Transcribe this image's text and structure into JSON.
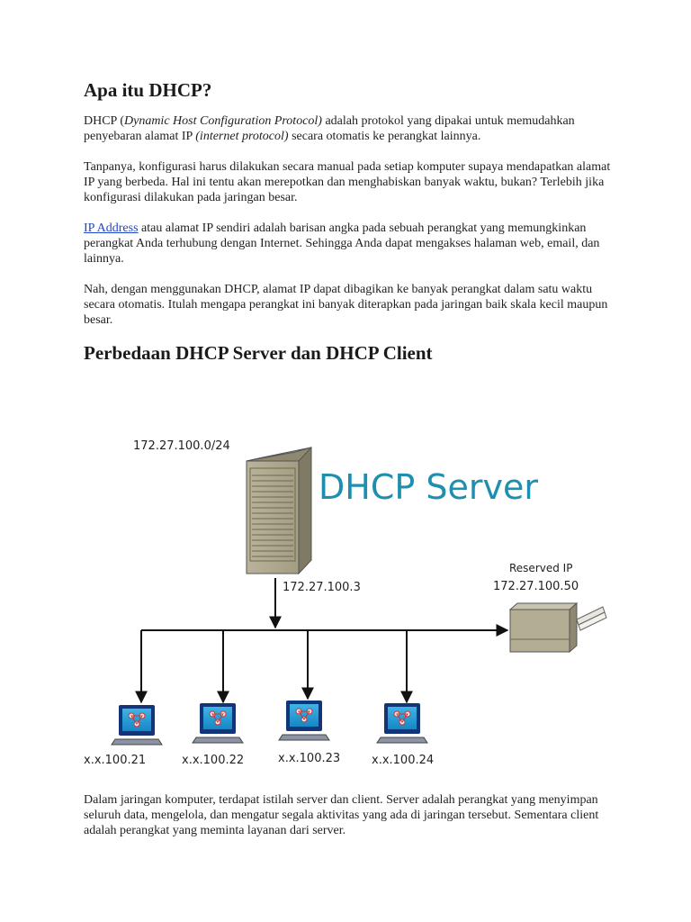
{
  "heading1": "Apa itu DHCP?",
  "p1": {
    "a": "DHCP (",
    "b": "Dynamic Host Configuration Protocol)",
    "c": " adalah protokol yang dipakai untuk memudahkan penyebaran alamat IP ",
    "d": "(internet protocol)",
    "e": " secara otomatis ke perangkat lainnya."
  },
  "p2": "Tanpanya, konfigurasi harus dilakukan secara manual pada setiap komputer supaya mendapatkan alamat IP yang berbeda. Hal ini tentu akan merepotkan dan menghabiskan banyak waktu, bukan? Terlebih jika konfigurasi dilakukan pada jaringan besar.",
  "p3": {
    "link": "IP Address",
    "rest": " atau alamat IP sendiri adalah barisan angka pada sebuah perangkat yang memungkinkan perangkat Anda terhubung dengan Internet. Sehingga Anda dapat mengakses halaman web, email, dan lainnya."
  },
  "p4": "Nah, dengan menggunakan DHCP, alamat IP dapat dibagikan ke banyak perangkat dalam satu waktu secara otomatis. Itulah mengapa perangkat ini banyak diterapkan pada jaringan baik skala kecil maupun besar.",
  "heading2": "Perbedaan DHCP Server dan DHCP Client",
  "diagram": {
    "network": "172.27.100.0/24",
    "title": "DHCP Server",
    "server_ip": "172.27.100.3",
    "reserved_label": "Reserved IP",
    "reserved_ip": "172.27.100.50",
    "clients": [
      "x.x.100.21",
      "x.x.100.22",
      "x.x.100.23",
      "x.x.100.24"
    ],
    "title_color": "#1f8fb0"
  },
  "p5": "Dalam jaringan komputer, terdapat istilah server dan client. Server adalah perangkat yang menyimpan seluruh data, mengelola, dan mengatur segala aktivitas yang ada di jaringan tersebut. Sementara client adalah perangkat yang meminta layanan dari server."
}
